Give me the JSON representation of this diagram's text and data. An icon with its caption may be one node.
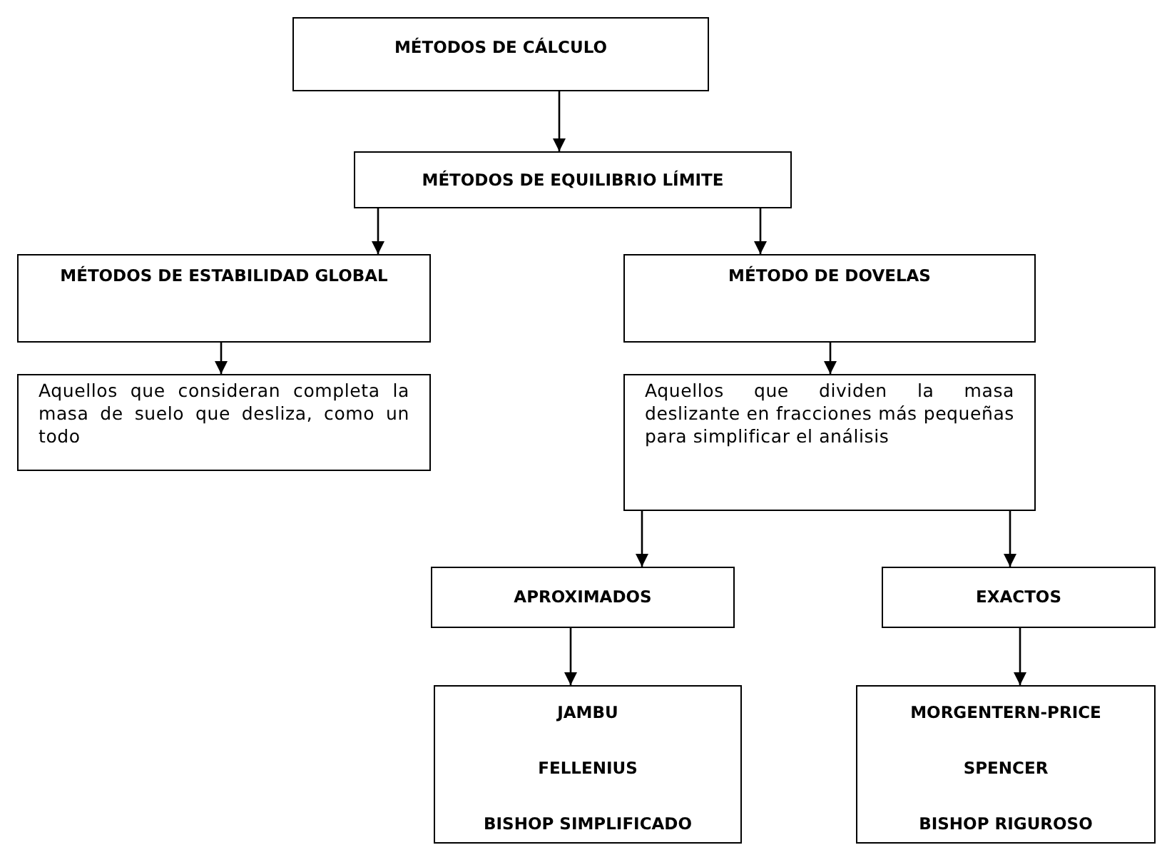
{
  "diagram": {
    "nodes": [
      {
        "text": [
          "MÉTODOS DE CÁLCULO"
        ]
      },
      {
        "text": [
          "MÉTODOS DE EQUILIBRIO LÍMITE"
        ]
      },
      {
        "text": [
          "MÉTODOS DE ESTABILIDAD GLOBAL"
        ]
      },
      {
        "text": [
          "MÉTODO DE DOVELAS"
        ]
      },
      {
        "text": [
          "Aquellos que consideran completa la masa de suelo que desliza, como un todo"
        ]
      },
      {
        "text": [
          "Aquellos que dividen la masa deslizante en fracciones más pequeñas para simplificar el análisis"
        ]
      },
      {
        "text": [
          "APROXIMADOS"
        ]
      },
      {
        "text": [
          "EXACTOS"
        ]
      },
      {
        "text": [
          "JAMBU",
          "FELLENIUS",
          "BISHOP SIMPLIFICADO"
        ]
      },
      {
        "text": [
          "MORGENTERN-PRICE",
          "SPENCER",
          "BISHOP RIGUROSO"
        ]
      }
    ],
    "edges": [
      {
        "from": 0,
        "to": 1,
        "arrow": "to"
      },
      {
        "from": 1,
        "to": 2,
        "arrow": "to"
      },
      {
        "from": 1,
        "to": 3,
        "arrow": "to"
      },
      {
        "from": 2,
        "to": 4,
        "arrow": "to"
      },
      {
        "from": 3,
        "to": 5,
        "arrow": "to"
      },
      {
        "from": 5,
        "to": 6,
        "arrow": "to"
      },
      {
        "from": 5,
        "to": 7,
        "arrow": "to"
      },
      {
        "from": 6,
        "to": 8,
        "arrow": "to"
      },
      {
        "from": 7,
        "to": 9,
        "arrow": "to"
      }
    ]
  }
}
